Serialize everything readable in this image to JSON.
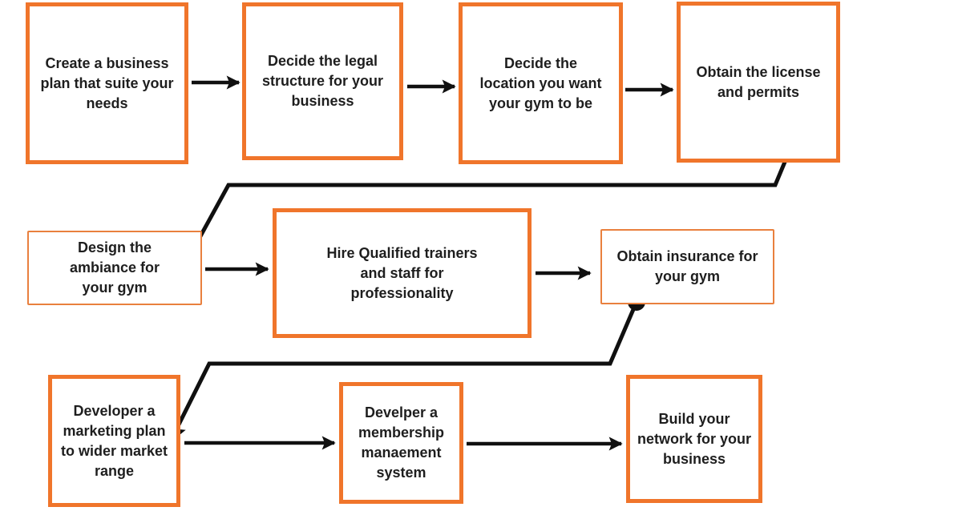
{
  "diagram": {
    "title": "",
    "background_color": "#ffffff",
    "colors": {
      "box_border": "#f0752b",
      "thin_box_border": "#e9803e",
      "connector": "#101010",
      "text": "#1e1e1e"
    },
    "steps": [
      {
        "id": 1,
        "label": "Create a business\nplan that suite your\nneeds",
        "border_style": "thick"
      },
      {
        "id": 2,
        "label": "Decide the legal\nstructure for your\nbusiness",
        "border_style": "thick"
      },
      {
        "id": 3,
        "label": "Decide the\nlocation you want\nyour gym to be",
        "border_style": "thick"
      },
      {
        "id": 4,
        "label": "Obtain the license\nand permits",
        "border_style": "thick"
      },
      {
        "id": 5,
        "label": "Design the\nambiance for\nyour gym",
        "border_style": "thin"
      },
      {
        "id": 6,
        "label": "Hire Qualified trainers\nand staff for\nprofessionality",
        "border_style": "thick"
      },
      {
        "id": 7,
        "label": "Obtain insurance for\nyour gym",
        "border_style": "thin"
      },
      {
        "id": 8,
        "label": "Developer a\nmarketing plan\nto wider market\nrange",
        "border_style": "thick"
      },
      {
        "id": 9,
        "label": "Develper a\nmembership\nmanaement\nsystem",
        "border_style": "thick"
      },
      {
        "id": 10,
        "label": "Build your\nnetwork for your\nbusiness",
        "border_style": "thick"
      }
    ],
    "connections": [
      {
        "from": 1,
        "to": 2,
        "type": "straight-arrow"
      },
      {
        "from": 2,
        "to": 3,
        "type": "straight-arrow"
      },
      {
        "from": 3,
        "to": 4,
        "type": "straight-arrow"
      },
      {
        "from": 4,
        "to": 5,
        "type": "elbow-line-dot-start-arrow-end"
      },
      {
        "from": 5,
        "to": 6,
        "type": "straight-arrow"
      },
      {
        "from": 6,
        "to": 7,
        "type": "straight-arrow"
      },
      {
        "from": 7,
        "to": 8,
        "type": "elbow-line-dot-start-arrow-end"
      },
      {
        "from": 8,
        "to": 9,
        "type": "straight-arrow"
      },
      {
        "from": 9,
        "to": 10,
        "type": "straight-arrow"
      }
    ]
  }
}
